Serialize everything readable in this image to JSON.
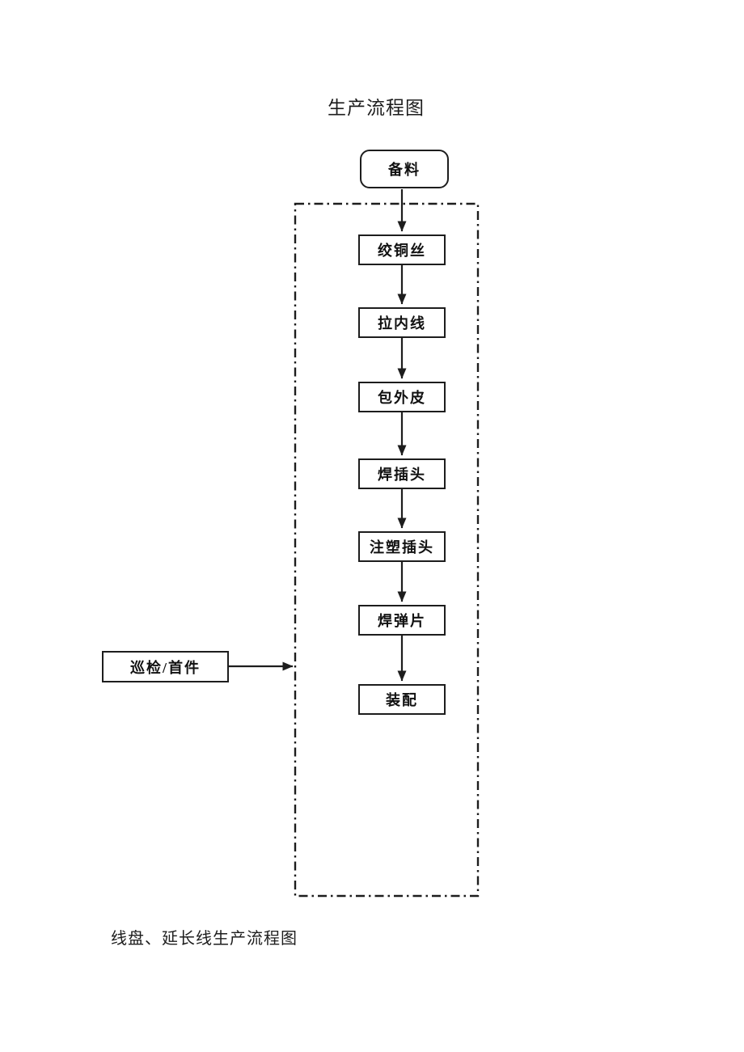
{
  "page": {
    "title": "生产流程图",
    "caption": "线盘、延长线生产流程图"
  },
  "flowchart": {
    "start_node": {
      "label": "备料"
    },
    "process_nodes": [
      {
        "label": "绞铜丝"
      },
      {
        "label": "拉内线"
      },
      {
        "label": "包外皮"
      },
      {
        "label": "焊插头"
      },
      {
        "label": "注塑插头"
      },
      {
        "label": "焊弹片"
      },
      {
        "label": "装配"
      }
    ],
    "side_node": {
      "label": "巡检/首件"
    },
    "colors": {
      "line": "#1d1d1d",
      "background": "#ffffff"
    }
  }
}
